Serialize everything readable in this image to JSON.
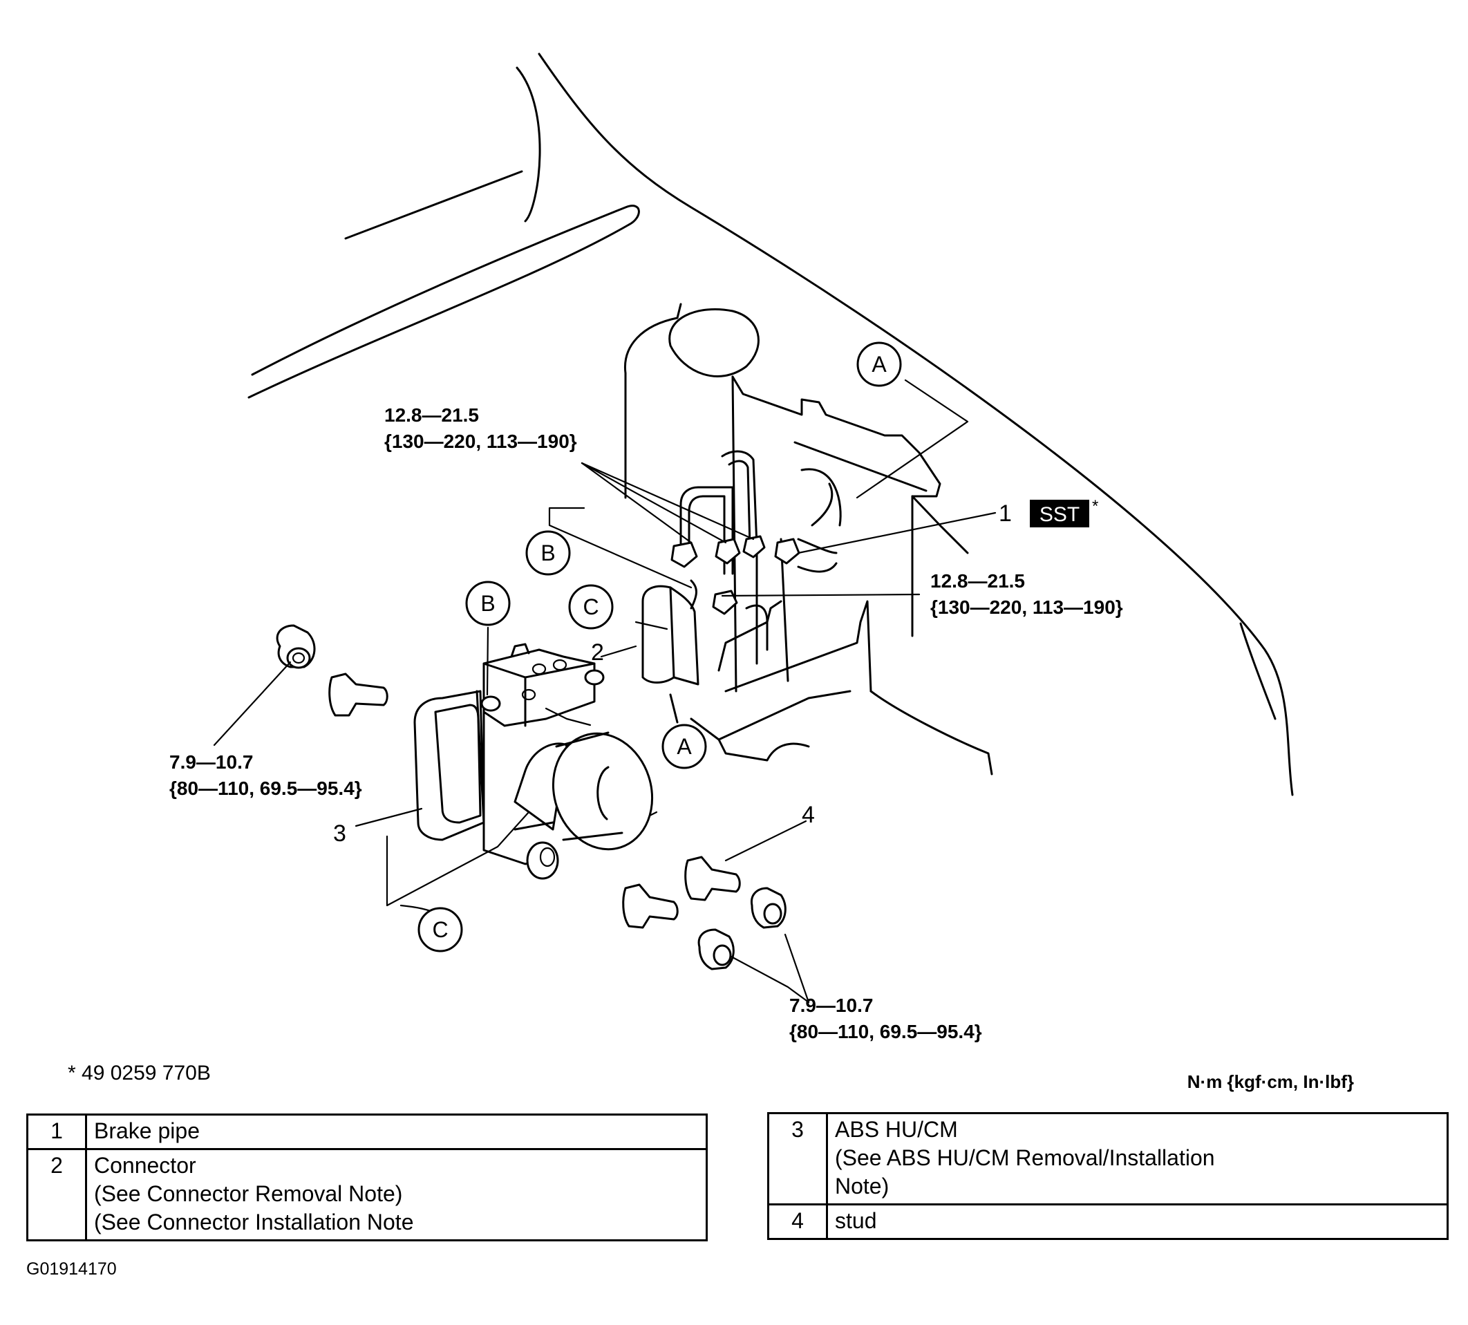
{
  "diagram": {
    "callout_letters": {
      "a": "A",
      "b": "B",
      "c": "C"
    },
    "part_numbers": {
      "n1": "1",
      "n2": "2",
      "n3": "3",
      "n4": "4"
    },
    "sst_label": "SST",
    "sst_asterisk": "*",
    "torque_pipe": {
      "value": "12.8—21.5",
      "converted": "{130—220, 113—190}"
    },
    "torque_nut": {
      "value": "7.9—10.7",
      "converted": "{80—110, 69.5—95.4}"
    }
  },
  "footnote": "* 49 0259 770B",
  "units": "N·m {kgf·cm, In·lbf}",
  "figure_id": "G01914170",
  "parts_left": [
    {
      "no": "1",
      "lines": [
        "Brake pipe"
      ]
    },
    {
      "no": "2",
      "lines": [
        "Connector",
        "(See Connector Removal Note)",
        "(See Connector Installation Note"
      ]
    }
  ],
  "parts_right": [
    {
      "no": "3",
      "lines": [
        "ABS HU/CM",
        "(See ABS HU/CM Removal/Installation",
        "Note)"
      ]
    },
    {
      "no": "4",
      "lines": [
        "stud"
      ]
    }
  ]
}
